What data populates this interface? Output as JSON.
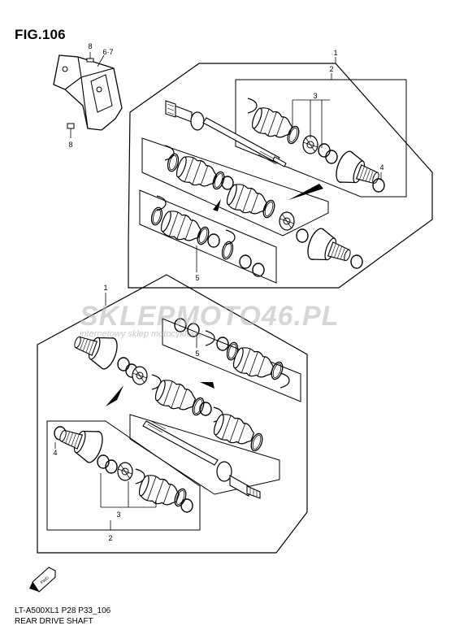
{
  "figure": {
    "title": "FIG.106",
    "model_code": "LT-A500XL1 P28 P33_106",
    "caption": "REAR DRIVE SHAFT"
  },
  "watermark": {
    "brand": "SKLEPMOTO46.PL",
    "tagline": "internetowy sklep motocyklowy"
  },
  "callouts": {
    "bracket_6_7": "6·7",
    "bracket_top_8": "8",
    "bracket_bottom_8": "8",
    "upper_assembly_1": "1",
    "upper_subassembly_2": "2",
    "upper_kit_3": "3",
    "upper_ring_4": "4",
    "upper_kit_5": "5",
    "lower_assembly_1": "1",
    "lower_kit_5": "5",
    "lower_ring_4": "4",
    "lower_kit_3": "3",
    "lower_subassembly_2": "2"
  },
  "direction_marker": {
    "label": "FWD"
  },
  "colors": {
    "line": "#000000",
    "watermark_red": "#d9534f",
    "watermark_gray": "#9a9a9a"
  }
}
